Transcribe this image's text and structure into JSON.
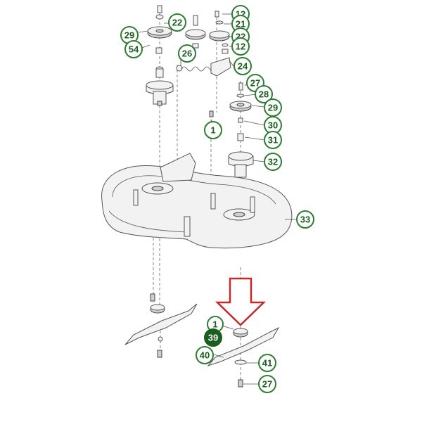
{
  "diagram": {
    "callouts": [
      {
        "id": "c22a",
        "label": "22"
      },
      {
        "id": "c29a",
        "label": "29"
      },
      {
        "id": "c54",
        "label": "54"
      },
      {
        "id": "c26",
        "label": "26"
      },
      {
        "id": "c12a",
        "label": "12"
      },
      {
        "id": "c21",
        "label": "21"
      },
      {
        "id": "c22b",
        "label": "22"
      },
      {
        "id": "c12b",
        "label": "12"
      },
      {
        "id": "c24",
        "label": "24"
      },
      {
        "id": "c27a",
        "label": "27"
      },
      {
        "id": "c28",
        "label": "28"
      },
      {
        "id": "c29b",
        "label": "29"
      },
      {
        "id": "c1a",
        "label": "1"
      },
      {
        "id": "c30",
        "label": "30"
      },
      {
        "id": "c31",
        "label": "31"
      },
      {
        "id": "c32",
        "label": "32"
      },
      {
        "id": "c33",
        "label": "33"
      },
      {
        "id": "c1b",
        "label": "1"
      },
      {
        "id": "c39",
        "label": "39",
        "highlighted": true
      },
      {
        "id": "c40",
        "label": "40"
      },
      {
        "id": "c41",
        "label": "41"
      },
      {
        "id": "c27b",
        "label": "27"
      }
    ],
    "colors": {
      "callout_stroke": "#2e7d32",
      "callout_text": "#1b5e20",
      "highlight_fill": "#1b5e20",
      "arrow": "#c62828"
    }
  }
}
